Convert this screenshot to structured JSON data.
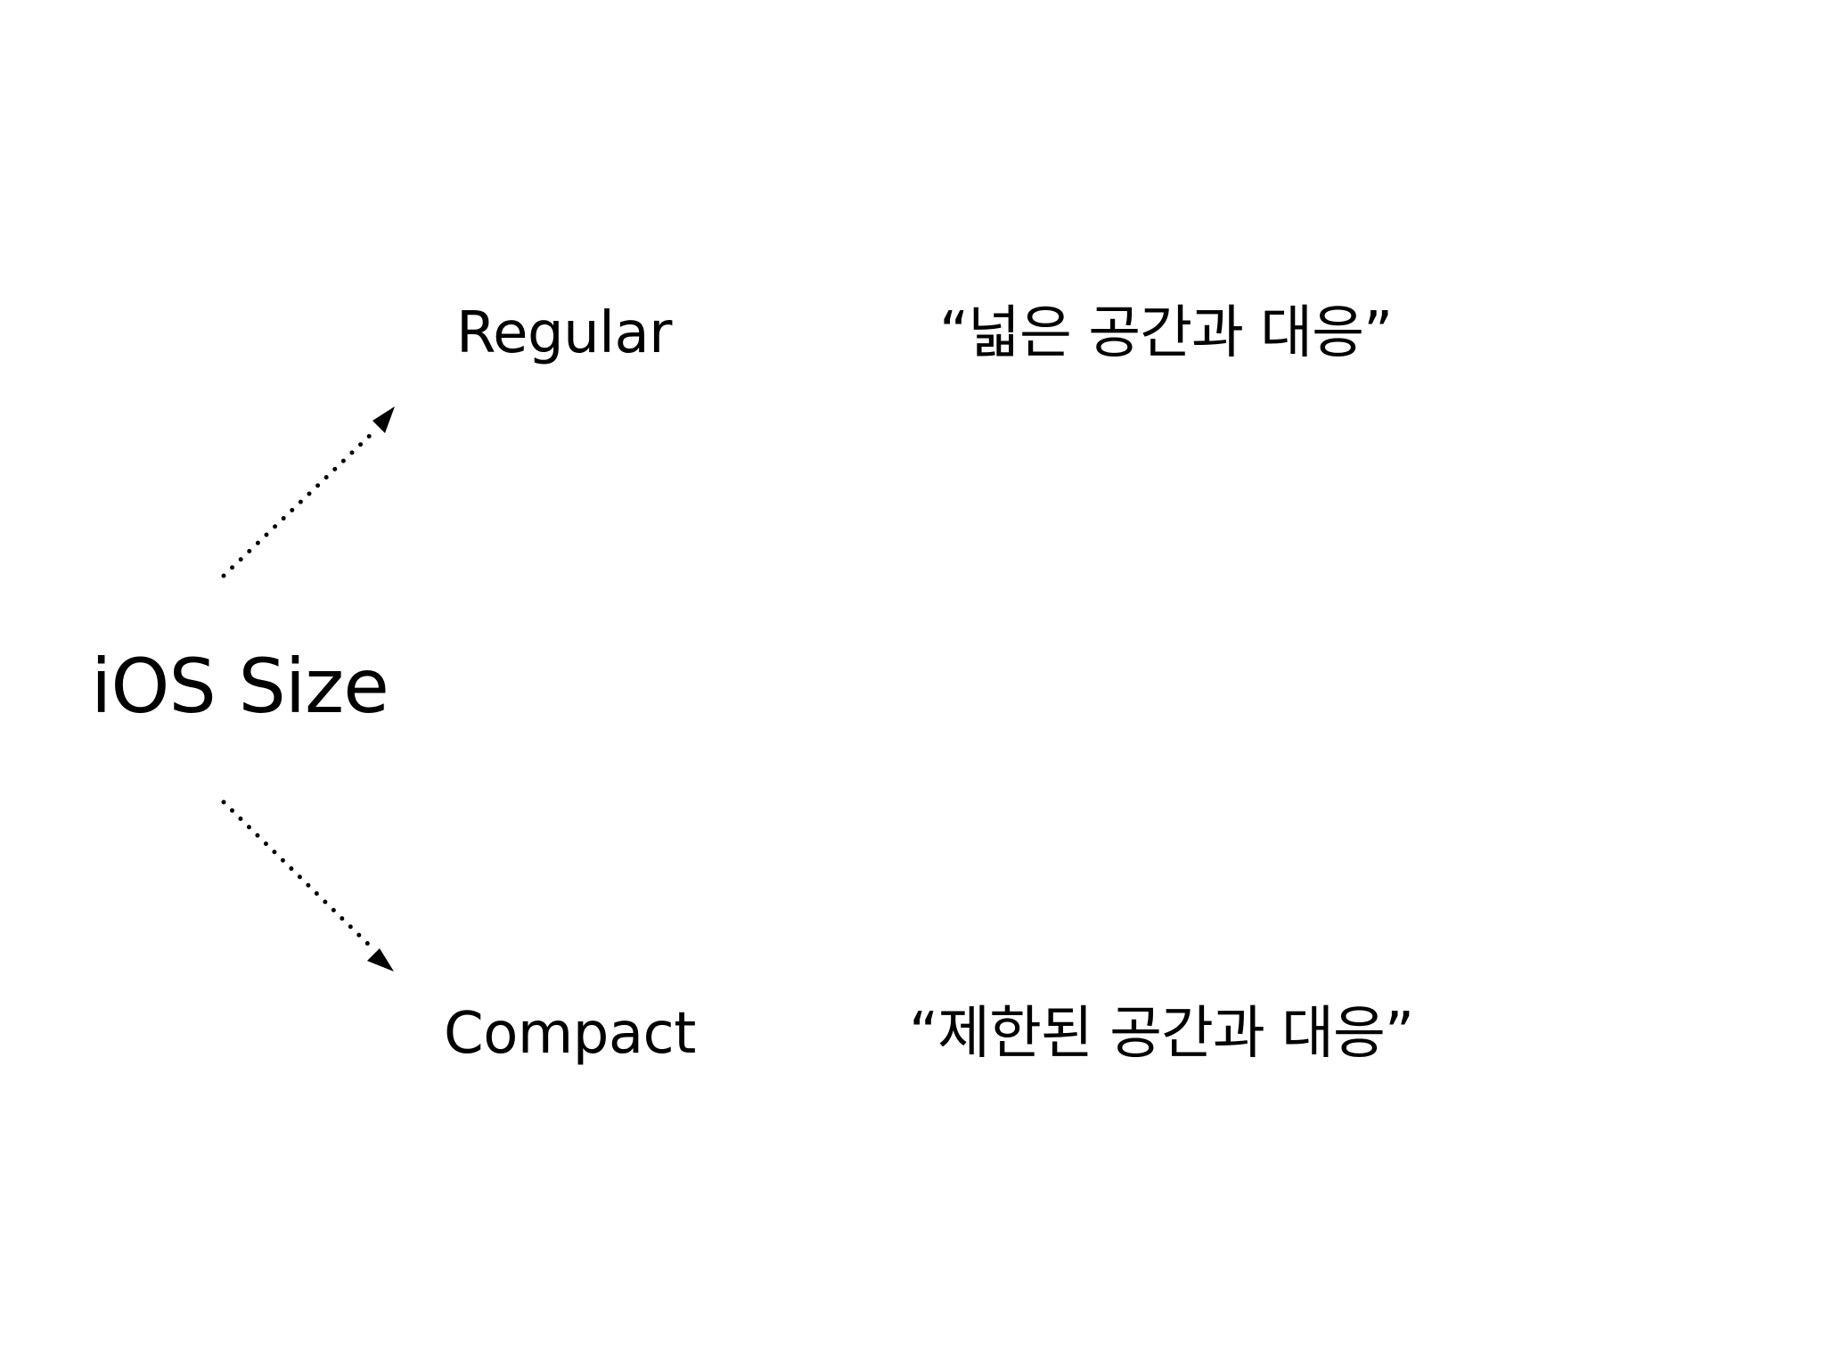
{
  "diagram": {
    "root": {
      "label": "iOS Size"
    },
    "branches": [
      {
        "label": "Regular",
        "description": "“넓은 공간과 대응”"
      },
      {
        "label": "Compact",
        "description": "“제한된 공간과 대응”"
      }
    ],
    "colors": {
      "background": "#ffffff",
      "text": "#000000",
      "arrow": "#000000"
    },
    "connector_style": "dotted-arrow",
    "arrow_icon": "arrowhead-icon"
  }
}
